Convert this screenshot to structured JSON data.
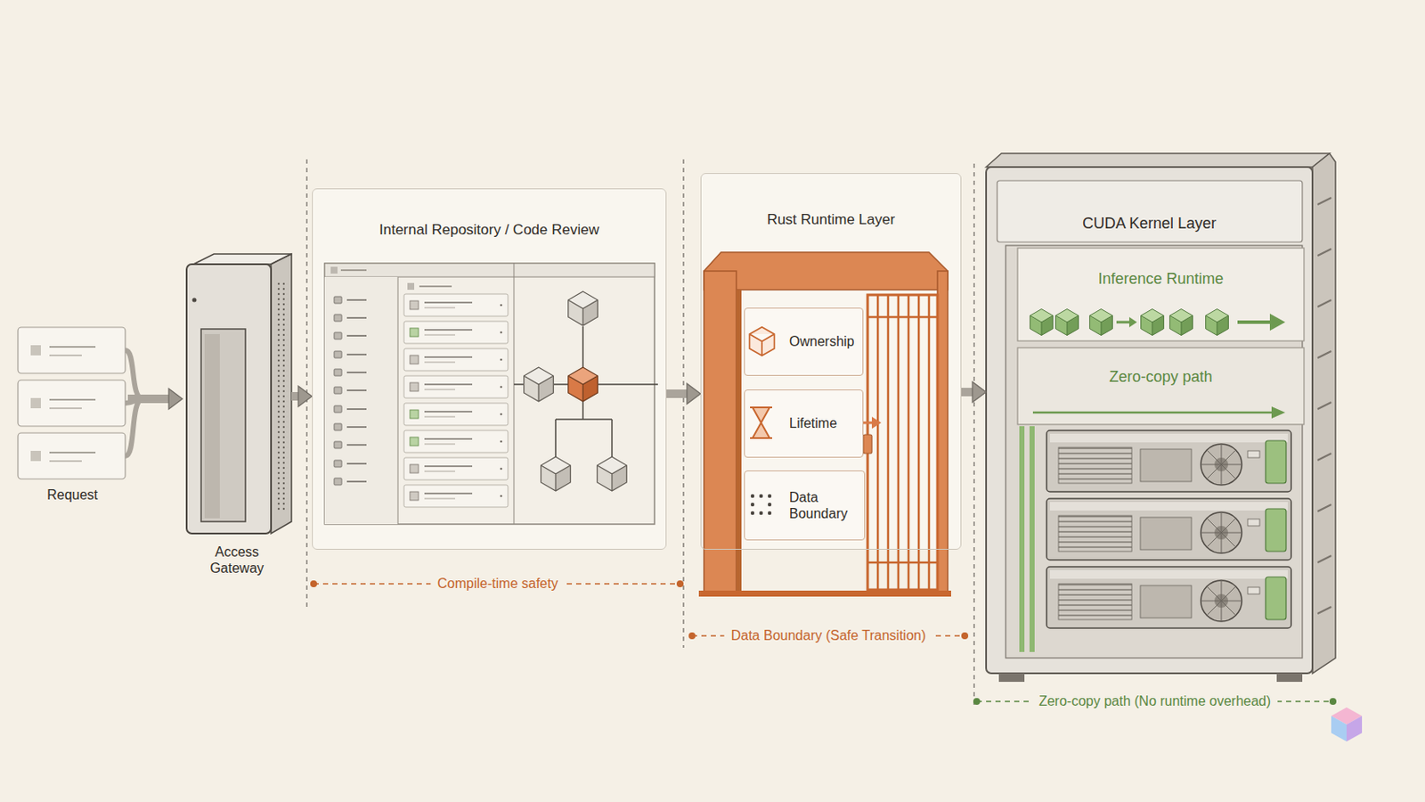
{
  "diagram": {
    "nodes": [
      {
        "text": [
          "Request"
        ]
      },
      {
        "text": [
          "Access Gateway"
        ]
      },
      {
        "text": [
          "Internal Repository / Code Review"
        ]
      },
      {
        "text": [
          "Rust Runtime Layer"
        ]
      },
      {
        "text": [
          "Ownership"
        ],
        "in": 3
      },
      {
        "text": [
          "Lifetime"
        ],
        "in": 3
      },
      {
        "text": [
          "Data Boundary"
        ],
        "in": 3
      },
      {
        "text": [
          "CUDA Kernel Layer"
        ]
      },
      {
        "text": [
          "Inference Runtime"
        ],
        "in": 7
      },
      {
        "text": [
          "Zero-copy path"
        ],
        "in": 7
      }
    ],
    "edges": [
      {
        "from": 0,
        "to": 1,
        "arrow": "to"
      },
      {
        "from": 1,
        "to": 2,
        "arrow": "to"
      },
      {
        "from": 2,
        "to": 3,
        "arrow": "to"
      },
      {
        "from": 3,
        "to": 7,
        "arrow": "to"
      }
    ],
    "labels": [
      "Compile-time safety",
      "Data Boundary (Safe Transition)",
      "Zero-copy path (No runtime overhead)"
    ]
  }
}
